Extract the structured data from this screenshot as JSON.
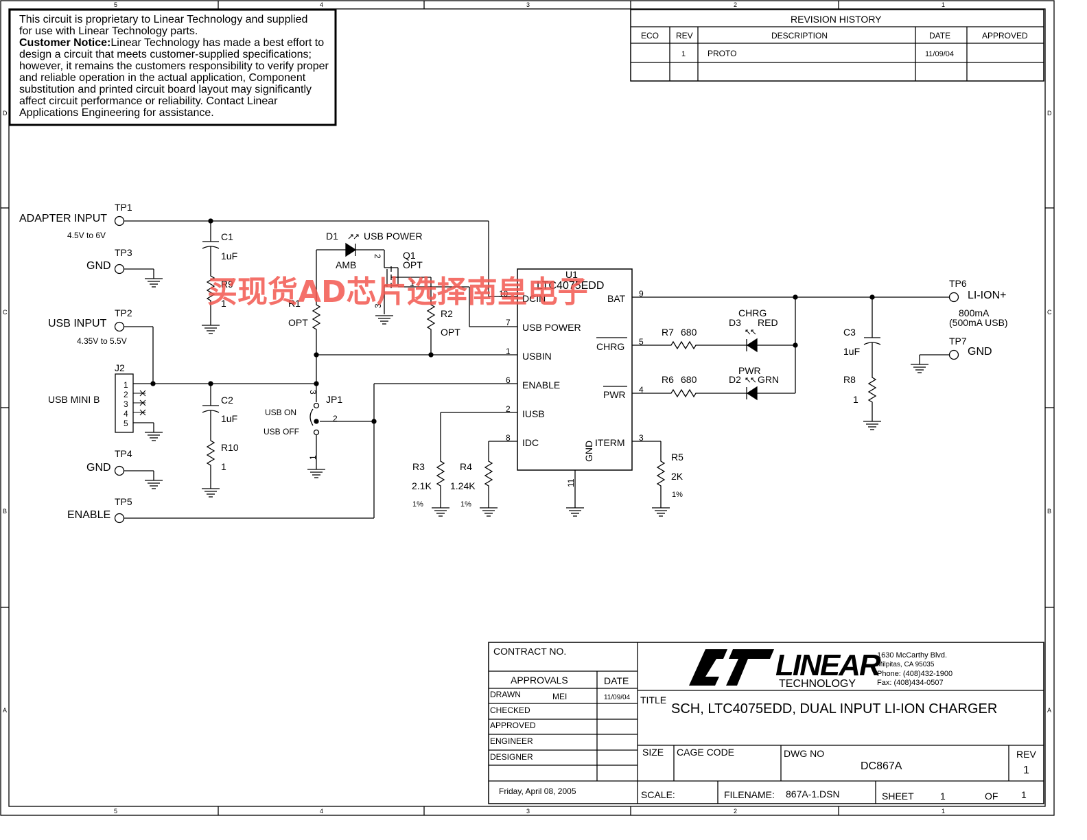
{
  "border": {
    "col_labels": [
      "5",
      "4",
      "3",
      "2",
      "1"
    ],
    "row_labels": [
      "D",
      "C",
      "B",
      "A"
    ]
  },
  "notice": {
    "line1": "This circuit is proprietary to Linear Technology and supplied",
    "line2": "for use with Linear Technology parts.",
    "heading": "Customer Notice:",
    "line3": "Linear Technology has made a best effort to",
    "line4": "design a circuit that meets customer-supplied specifications;",
    "line5": "however, it remains the customers responsibility to verify proper",
    "line6": "and reliable operation in the actual application, Component",
    "line7": "substitution and printed circuit board layout may significantly",
    "line8": "affect circuit performance or reliability. Contact Linear",
    "line9": "Applications Engineering for assistance."
  },
  "revision": {
    "title": "REVISION HISTORY",
    "headers": [
      "ECO",
      "REV",
      "DESCRIPTION",
      "DATE",
      "APPROVED"
    ],
    "row": {
      "eco": "",
      "rev": "1",
      "description": "PROTO",
      "date": "11/09/04",
      "approved": ""
    }
  },
  "watermark": "买现货AD芯片选择南皇电子",
  "ports": {
    "adapter": "ADAPTER INPUT",
    "adapter_range": "4.5V to 6V",
    "gnd1": "GND",
    "usb": "USB INPUT",
    "usb_range": "4.35V to 5.5V",
    "usbminib": "USB MINI B",
    "gnd2": "GND",
    "enable": "ENABLE",
    "li_ion": "LI-ION+",
    "li_ion_cur": "800mA",
    "li_ion_usb": "(500mA USB)",
    "gnd3": "GND"
  },
  "testpoints": [
    "TP1",
    "TP2",
    "TP3",
    "TP4",
    "TP5",
    "TP6",
    "TP7"
  ],
  "j2": {
    "ref": "J2",
    "pins": [
      "1",
      "2",
      "3",
      "4",
      "5"
    ]
  },
  "parts": {
    "c1": {
      "ref": "C1",
      "val": "1uF"
    },
    "c2": {
      "ref": "C2",
      "val": "1uF"
    },
    "c3": {
      "ref": "C3",
      "val": "1uF"
    },
    "r9": {
      "ref": "R9",
      "val": "1"
    },
    "r10": {
      "ref": "R10",
      "val": "1"
    },
    "r8": {
      "ref": "R8",
      "val": "1"
    },
    "r1": {
      "ref": "R1",
      "val": "OPT"
    },
    "r2": {
      "ref": "R2",
      "val": "OPT"
    },
    "r3": {
      "ref": "R3",
      "val": "2.1K",
      "tol": "1%"
    },
    "r4": {
      "ref": "R4",
      "val": "1.24K",
      "tol": "1%"
    },
    "r5": {
      "ref": "R5",
      "val": "2K",
      "tol": "1%"
    },
    "r6": {
      "ref": "R6",
      "val": "680"
    },
    "r7": {
      "ref": "R7",
      "val": "680"
    },
    "d1": {
      "ref": "D1",
      "name": "USB POWER",
      "color": "AMB"
    },
    "d2": {
      "ref": "D2",
      "name": "PWR",
      "color": "GRN"
    },
    "d3": {
      "ref": "D3",
      "name": "CHRG",
      "color": "RED"
    },
    "q1": {
      "ref": "Q1",
      "val": "OPT",
      "pin_d": "2",
      "pin_g": "1",
      "pin_s": "3"
    },
    "jp1": {
      "ref": "JP1",
      "on": "USB ON",
      "off": "USB OFF",
      "p1": "1",
      "p2": "2",
      "p3": "3"
    }
  },
  "u1": {
    "ref": "U1",
    "part": "LTC4075EDD",
    "left_pins": [
      {
        "num": "10",
        "name": "DCIN"
      },
      {
        "num": "7",
        "name": "USB POWER"
      },
      {
        "num": "1",
        "name": "USBIN"
      },
      {
        "num": "6",
        "name": "ENABLE"
      },
      {
        "num": "2",
        "name": "IUSB"
      },
      {
        "num": "8",
        "name": "IDC"
      }
    ],
    "right_pins": [
      {
        "num": "9",
        "name": "BAT"
      },
      {
        "num": "5",
        "name": "CHRG"
      },
      {
        "num": "4",
        "name": "PWR"
      },
      {
        "num": "3",
        "name": "ITERM"
      }
    ],
    "gnd_pin": {
      "num": "11",
      "name": "GND"
    }
  },
  "titleblock": {
    "contract": "CONTRACT NO.",
    "approvals": "APPROVALS",
    "date_h": "DATE",
    "drawn": "DRAWN",
    "drawn_by": "MEI",
    "drawn_date": "11/09/04",
    "checked": "CHECKED",
    "approved": "APPROVED",
    "engineer": "ENGINEER",
    "designer": "DESIGNER",
    "print_date": "Friday, April 08, 2005",
    "logo_word": "LINEAR",
    "logo_sub": "TECHNOLOGY",
    "addr1": "1630 McCarthy Blvd.",
    "addr2": "Milpitas, CA 95035",
    "addr3": "Phone: (408)432-1900",
    "addr4": "Fax: (408)434-0507",
    "title_label": "TITLE",
    "title": "SCH, LTC4075EDD, DUAL INPUT  LI-ION CHARGER",
    "size": "SIZE",
    "cage": "CAGE CODE",
    "dwg_label": "DWG NO",
    "dwg": "DC867A",
    "rev_label": "REV",
    "rev": "1",
    "scale": "SCALE:",
    "filename_label": "FILENAME:",
    "filename": "867A-1.DSN",
    "sheet_label": "SHEET",
    "sheet": "1",
    "of_label": "OF",
    "of": "1"
  }
}
